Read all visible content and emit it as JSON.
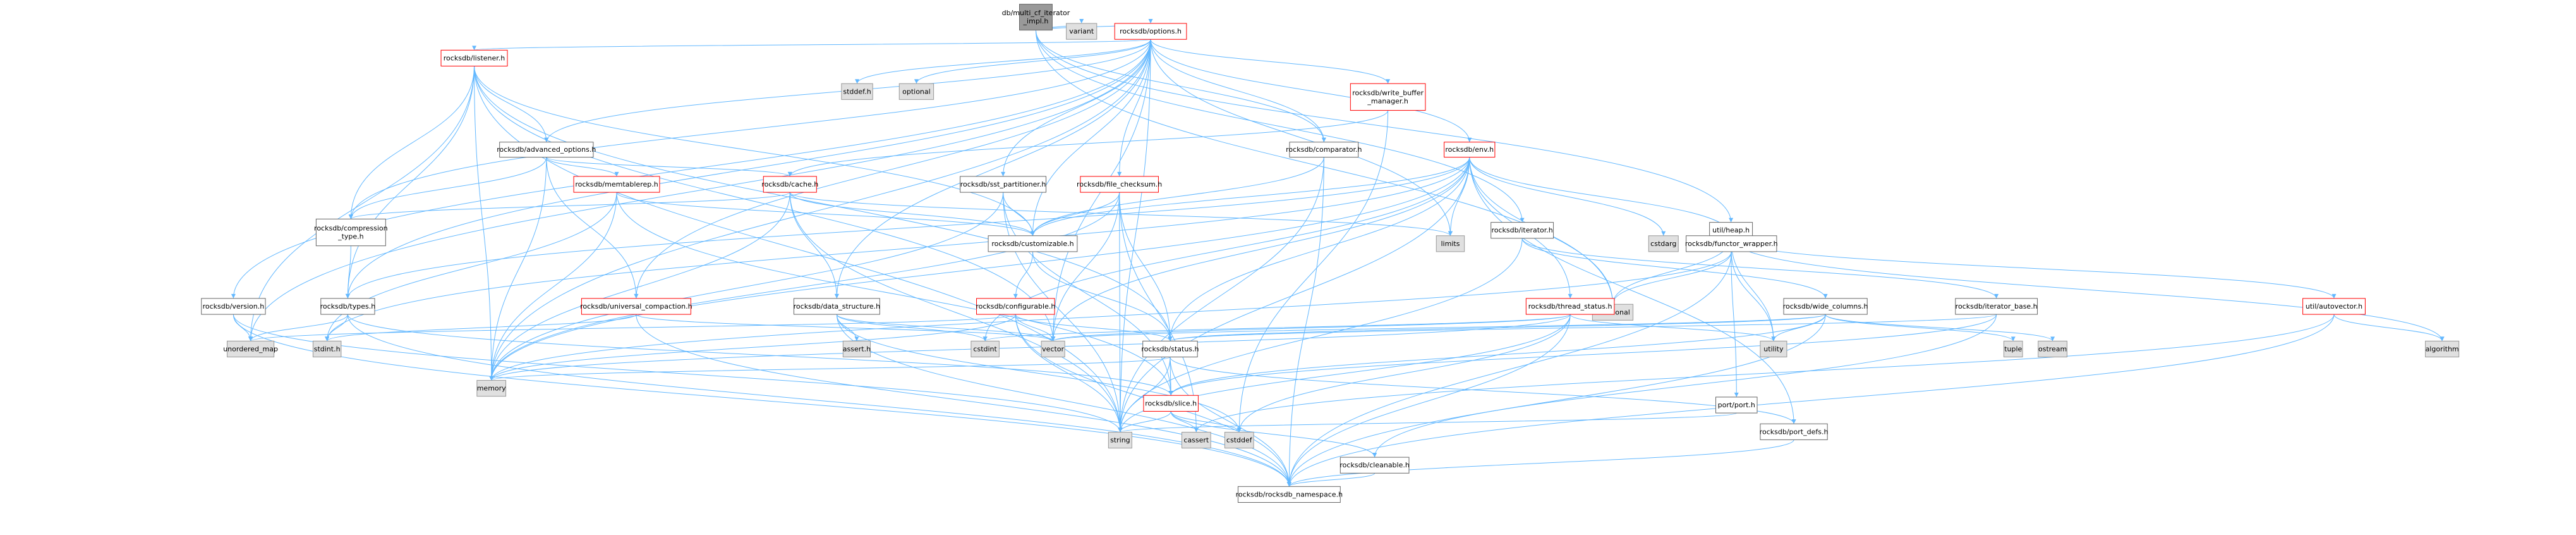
{
  "colors": {
    "edge": "#63b8ff",
    "root_fill": "#999999",
    "doc_fill": "#ffffff",
    "doc_stroke": "#666666",
    "red_stroke": "#ff0000",
    "sys_fill": "#e0e0e0",
    "sys_stroke": "#999999"
  },
  "nodes": [
    {
      "id": "root",
      "lines": [
        "db/multi_cf_iterator",
        "_impl.h"
      ],
      "style": "root"
    },
    {
      "id": "options",
      "lines": [
        "rocksdb/options.h"
      ],
      "style": "red"
    },
    {
      "id": "variant",
      "lines": [
        "variant"
      ],
      "style": "sys"
    },
    {
      "id": "comparator",
      "lines": [
        "rocksdb/comparator.h"
      ],
      "style": "doc"
    },
    {
      "id": "functional",
      "lines": [
        "functional"
      ],
      "style": "sys"
    },
    {
      "id": "iterator",
      "lines": [
        "rocksdb/iterator.h"
      ],
      "style": "doc"
    },
    {
      "id": "heap",
      "lines": [
        "util/heap.h"
      ],
      "style": "doc"
    },
    {
      "id": "listener",
      "lines": [
        "rocksdb/listener.h"
      ],
      "style": "red"
    },
    {
      "id": "stddef",
      "lines": [
        "stddef.h"
      ],
      "style": "sys"
    },
    {
      "id": "optional",
      "lines": [
        "optional"
      ],
      "style": "sys"
    },
    {
      "id": "wbm",
      "lines": [
        "rocksdb/write_buffer",
        "_manager.h"
      ],
      "style": "red"
    },
    {
      "id": "env",
      "lines": [
        "rocksdb/env.h"
      ],
      "style": "red"
    },
    {
      "id": "advanced",
      "lines": [
        "rocksdb/advanced_options.h"
      ],
      "style": "doc"
    },
    {
      "id": "memtablerep",
      "lines": [
        "rocksdb/memtablerep.h"
      ],
      "style": "red"
    },
    {
      "id": "cache",
      "lines": [
        "rocksdb/cache.h"
      ],
      "style": "red"
    },
    {
      "id": "file_checksum",
      "lines": [
        "rocksdb/file_checksum.h"
      ],
      "style": "red"
    },
    {
      "id": "sst_part",
      "lines": [
        "rocksdb/sst_partitioner.h"
      ],
      "style": "doc"
    },
    {
      "id": "compression",
      "lines": [
        "rocksdb/compression",
        "_type.h"
      ],
      "style": "doc"
    },
    {
      "id": "customizable",
      "lines": [
        "rocksdb/customizable.h"
      ],
      "style": "doc"
    },
    {
      "id": "limits",
      "lines": [
        "limits"
      ],
      "style": "sys"
    },
    {
      "id": "cstdarg",
      "lines": [
        "cstdarg"
      ],
      "style": "sys"
    },
    {
      "id": "functor",
      "lines": [
        "rocksdb/functor_wrapper.h"
      ],
      "style": "doc"
    },
    {
      "id": "version",
      "lines": [
        "rocksdb/version.h"
      ],
      "style": "doc"
    },
    {
      "id": "types",
      "lines": [
        "rocksdb/types.h"
      ],
      "style": "doc"
    },
    {
      "id": "universal",
      "lines": [
        "rocksdb/universal_compaction.h"
      ],
      "style": "red"
    },
    {
      "id": "data_structure",
      "lines": [
        "rocksdb/data_structure.h"
      ],
      "style": "doc"
    },
    {
      "id": "configurable",
      "lines": [
        "rocksdb/configurable.h"
      ],
      "style": "red"
    },
    {
      "id": "thread_status",
      "lines": [
        "rocksdb/thread_status.h"
      ],
      "style": "red"
    },
    {
      "id": "wide_columns",
      "lines": [
        "rocksdb/wide_columns.h"
      ],
      "style": "doc"
    },
    {
      "id": "iterator_base",
      "lines": [
        "rocksdb/iterator_base.h"
      ],
      "style": "doc"
    },
    {
      "id": "autovector",
      "lines": [
        "util/autovector.h"
      ],
      "style": "red"
    },
    {
      "id": "unordered_map",
      "lines": [
        "unordered_map"
      ],
      "style": "sys"
    },
    {
      "id": "stdint",
      "lines": [
        "stdint.h"
      ],
      "style": "sys"
    },
    {
      "id": "assert",
      "lines": [
        "assert.h"
      ],
      "style": "sys"
    },
    {
      "id": "cstdint",
      "lines": [
        "cstdint"
      ],
      "style": "sys"
    },
    {
      "id": "vector",
      "lines": [
        "vector"
      ],
      "style": "sys"
    },
    {
      "id": "status",
      "lines": [
        "rocksdb/status.h"
      ],
      "style": "doc"
    },
    {
      "id": "utility",
      "lines": [
        "utility"
      ],
      "style": "sys"
    },
    {
      "id": "tuple",
      "lines": [
        "tuple"
      ],
      "style": "sys"
    },
    {
      "id": "ostream",
      "lines": [
        "ostream"
      ],
      "style": "sys"
    },
    {
      "id": "algorithm",
      "lines": [
        "algorithm"
      ],
      "style": "sys"
    },
    {
      "id": "memory",
      "lines": [
        "memory"
      ],
      "style": "sys"
    },
    {
      "id": "slice",
      "lines": [
        "rocksdb/slice.h"
      ],
      "style": "red"
    },
    {
      "id": "port",
      "lines": [
        "port/port.h"
      ],
      "style": "doc"
    },
    {
      "id": "port_defs",
      "lines": [
        "rocksdb/port_defs.h"
      ],
      "style": "doc"
    },
    {
      "id": "string",
      "lines": [
        "string"
      ],
      "style": "sys"
    },
    {
      "id": "cassert",
      "lines": [
        "cassert"
      ],
      "style": "sys"
    },
    {
      "id": "cstddef",
      "lines": [
        "cstddef"
      ],
      "style": "sys"
    },
    {
      "id": "cleanable",
      "lines": [
        "rocksdb/cleanable.h"
      ],
      "style": "doc"
    },
    {
      "id": "namespace",
      "lines": [
        "rocksdb/rocksdb_namespace.h"
      ],
      "style": "doc"
    }
  ],
  "edges": [
    [
      "root",
      "options"
    ],
    [
      "root",
      "variant"
    ],
    [
      "root",
      "comparator"
    ],
    [
      "root",
      "functional"
    ],
    [
      "root",
      "iterator"
    ],
    [
      "root",
      "heap"
    ],
    [
      "options",
      "listener"
    ],
    [
      "options",
      "stddef"
    ],
    [
      "options",
      "optional"
    ],
    [
      "options",
      "wbm"
    ],
    [
      "options",
      "env"
    ],
    [
      "options",
      "advanced"
    ],
    [
      "options",
      "comparator"
    ],
    [
      "options",
      "file_checksum"
    ],
    [
      "options",
      "sst_part"
    ],
    [
      "options",
      "compression"
    ],
    [
      "options",
      "customizable"
    ],
    [
      "options",
      "limits"
    ],
    [
      "options",
      "version"
    ],
    [
      "options",
      "types"
    ],
    [
      "options",
      "universal"
    ],
    [
      "options",
      "data_structure"
    ],
    [
      "options",
      "unordered_map"
    ],
    [
      "options",
      "vector"
    ],
    [
      "options",
      "memory"
    ],
    [
      "options",
      "string"
    ],
    [
      "listener",
      "advanced"
    ],
    [
      "listener",
      "compression"
    ],
    [
      "listener",
      "customizable"
    ],
    [
      "listener",
      "types"
    ],
    [
      "listener",
      "status"
    ],
    [
      "listener",
      "unordered_map"
    ],
    [
      "listener",
      "vector"
    ],
    [
      "listener",
      "memory"
    ],
    [
      "listener",
      "string"
    ],
    [
      "wbm",
      "cache"
    ],
    [
      "wbm",
      "cstddef"
    ],
    [
      "advanced",
      "memtablerep"
    ],
    [
      "advanced",
      "cache"
    ],
    [
      "advanced",
      "compression"
    ],
    [
      "advanced",
      "universal"
    ],
    [
      "advanced",
      "memory"
    ],
    [
      "memtablerep",
      "customizable"
    ],
    [
      "memtablerep",
      "stdint"
    ],
    [
      "memtablerep",
      "slice"
    ],
    [
      "memtablerep",
      "memory"
    ],
    [
      "cache",
      "compression"
    ],
    [
      "cache",
      "data_structure"
    ],
    [
      "cache",
      "customizable"
    ],
    [
      "cache",
      "memory"
    ],
    [
      "cache",
      "string"
    ],
    [
      "cache",
      "limits"
    ],
    [
      "file_checksum",
      "customizable"
    ],
    [
      "file_checksum",
      "status"
    ],
    [
      "file_checksum",
      "vector"
    ],
    [
      "file_checksum",
      "memory"
    ],
    [
      "file_checksum",
      "string"
    ],
    [
      "file_checksum",
      "cassert"
    ],
    [
      "sst_part",
      "customizable"
    ],
    [
      "sst_part",
      "slice"
    ],
    [
      "sst_part",
      "memory"
    ],
    [
      "sst_part",
      "string"
    ],
    [
      "comparator",
      "customizable"
    ],
    [
      "comparator",
      "namespace"
    ],
    [
      "comparator",
      "string"
    ],
    [
      "env",
      "customizable"
    ],
    [
      "env",
      "functor"
    ],
    [
      "env",
      "port_defs"
    ],
    [
      "env",
      "thread_status"
    ],
    [
      "env",
      "status"
    ],
    [
      "env",
      "types"
    ],
    [
      "env",
      "limits"
    ],
    [
      "env",
      "cstdarg"
    ],
    [
      "env",
      "functional"
    ],
    [
      "env",
      "vector"
    ],
    [
      "env",
      "memory"
    ],
    [
      "env",
      "string"
    ],
    [
      "env",
      "cstdint"
    ],
    [
      "env",
      "stdint"
    ],
    [
      "functor",
      "functional"
    ],
    [
      "functor",
      "memory"
    ],
    [
      "functor",
      "utility"
    ],
    [
      "functor",
      "namespace"
    ],
    [
      "compression",
      "types"
    ],
    [
      "customizable",
      "configurable"
    ],
    [
      "customizable",
      "status"
    ],
    [
      "version",
      "unordered_map"
    ],
    [
      "version",
      "string"
    ],
    [
      "version",
      "namespace"
    ],
    [
      "types",
      "stdint"
    ],
    [
      "types",
      "unordered_map"
    ],
    [
      "types",
      "slice"
    ],
    [
      "types",
      "namespace"
    ],
    [
      "universal",
      "stdint"
    ],
    [
      "universal",
      "vector"
    ],
    [
      "universal",
      "climits"
    ],
    [
      "universal",
      "namespace"
    ],
    [
      "data_structure",
      "assert"
    ],
    [
      "data_structure",
      "cstdint"
    ],
    [
      "data_structure",
      "vector"
    ],
    [
      "data_structure",
      "cstddef"
    ],
    [
      "data_structure",
      "namespace"
    ],
    [
      "configurable",
      "status"
    ],
    [
      "configurable",
      "vector"
    ],
    [
      "configurable",
      "unordered_map"
    ],
    [
      "configurable",
      "memory"
    ],
    [
      "configurable",
      "string"
    ],
    [
      "configurable",
      "namespace"
    ],
    [
      "thread_status",
      "cstddef"
    ],
    [
      "thread_status",
      "utility"
    ],
    [
      "thread_status",
      "vector"
    ],
    [
      "thread_status",
      "memory"
    ],
    [
      "thread_status",
      "string"
    ],
    [
      "thread_status",
      "namespace"
    ],
    [
      "thread_status",
      "cstdint"
    ],
    [
      "iterator",
      "iterator_base"
    ],
    [
      "iterator",
      "wide_columns"
    ],
    [
      "iterator",
      "string"
    ],
    [
      "iterator_base",
      "cleanable"
    ],
    [
      "iterator_base",
      "status"
    ],
    [
      "iterator_base",
      "slice"
    ],
    [
      "wide_columns",
      "status"
    ],
    [
      "wide_columns",
      "slice"
    ],
    [
      "wide_columns",
      "tuple"
    ],
    [
      "wide_columns",
      "ostream"
    ],
    [
      "wide_columns",
      "utility"
    ],
    [
      "wide_columns",
      "vector"
    ],
    [
      "wide_columns",
      "namespace"
    ],
    [
      "heap",
      "functional"
    ],
    [
      "heap",
      "autovector"
    ],
    [
      "heap",
      "algorithm"
    ],
    [
      "heap",
      "utility"
    ],
    [
      "heap",
      "port"
    ],
    [
      "autovector",
      "algorithm"
    ],
    [
      "autovector",
      "cassert"
    ],
    [
      "autovector",
      "stdexcept"
    ],
    [
      "autovector",
      "namespace"
    ],
    [
      "status",
      "memory"
    ],
    [
      "status",
      "string"
    ],
    [
      "status",
      "slice"
    ],
    [
      "status",
      "port_defs"
    ],
    [
      "status",
      "namespace"
    ],
    [
      "slice",
      "cassert"
    ],
    [
      "slice",
      "cstddef"
    ],
    [
      "slice",
      "string"
    ],
    [
      "slice",
      "cleanable"
    ],
    [
      "slice",
      "string_view"
    ],
    [
      "cleanable",
      "namespace"
    ],
    [
      "port_defs",
      "namespace"
    ],
    [
      "port",
      "string"
    ]
  ]
}
